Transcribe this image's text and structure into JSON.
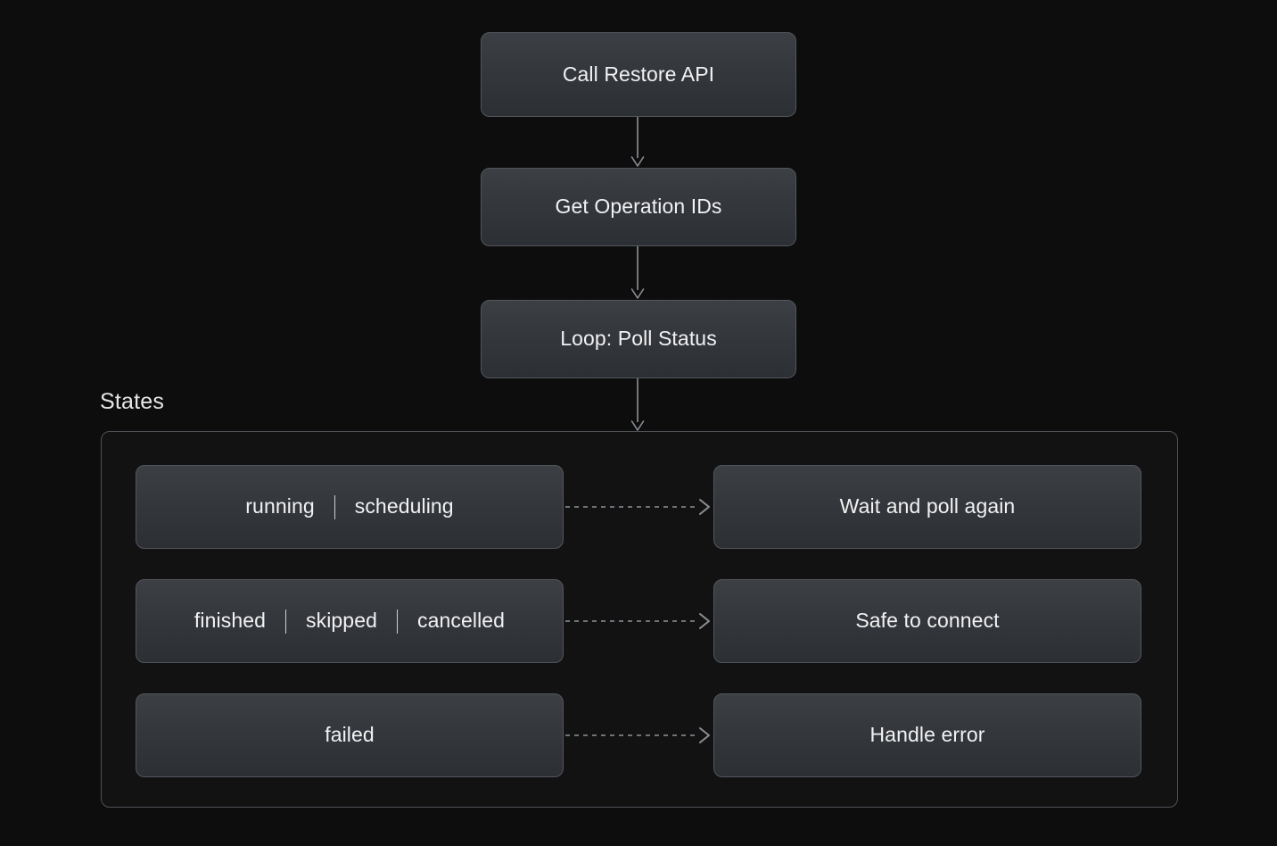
{
  "diagram": {
    "title_visible": false,
    "background_color": "#0d0d0d",
    "node_fill_top": "#3c3f44",
    "node_fill_bottom": "#2c2f34",
    "node_border_color": "#52565c",
    "text_color": "#f2f2f3",
    "edge_color": "#8b8f95",
    "subgraph_fill": "#121212",
    "subgraph_border_color": "#4e5257"
  },
  "flow": {
    "steps": [
      {
        "id": "call-restore-api",
        "label": "Call Restore API"
      },
      {
        "id": "get-operation-ids",
        "label": "Get Operation IDs"
      },
      {
        "id": "loop-poll-status",
        "label": "Loop: Poll Status"
      }
    ],
    "edges": [
      {
        "from": "call-restore-api",
        "to": "get-operation-ids",
        "style": "solid"
      },
      {
        "from": "get-operation-ids",
        "to": "loop-poll-status",
        "style": "solid"
      },
      {
        "from": "loop-poll-status",
        "to": "states",
        "style": "solid"
      }
    ]
  },
  "states_group": {
    "label": "States",
    "rows": [
      {
        "id": "row-running",
        "state_tokens": [
          "running",
          "scheduling"
        ],
        "separator": "|",
        "action": "Wait and poll again",
        "edge_style": "dashed"
      },
      {
        "id": "row-finished",
        "state_tokens": [
          "finished",
          "skipped",
          "cancelled"
        ],
        "separator": "|",
        "action": "Safe to connect",
        "edge_style": "dashed"
      },
      {
        "id": "row-failed",
        "state_tokens": [
          "failed"
        ],
        "separator": "|",
        "action": "Handle error",
        "edge_style": "dashed"
      }
    ]
  }
}
